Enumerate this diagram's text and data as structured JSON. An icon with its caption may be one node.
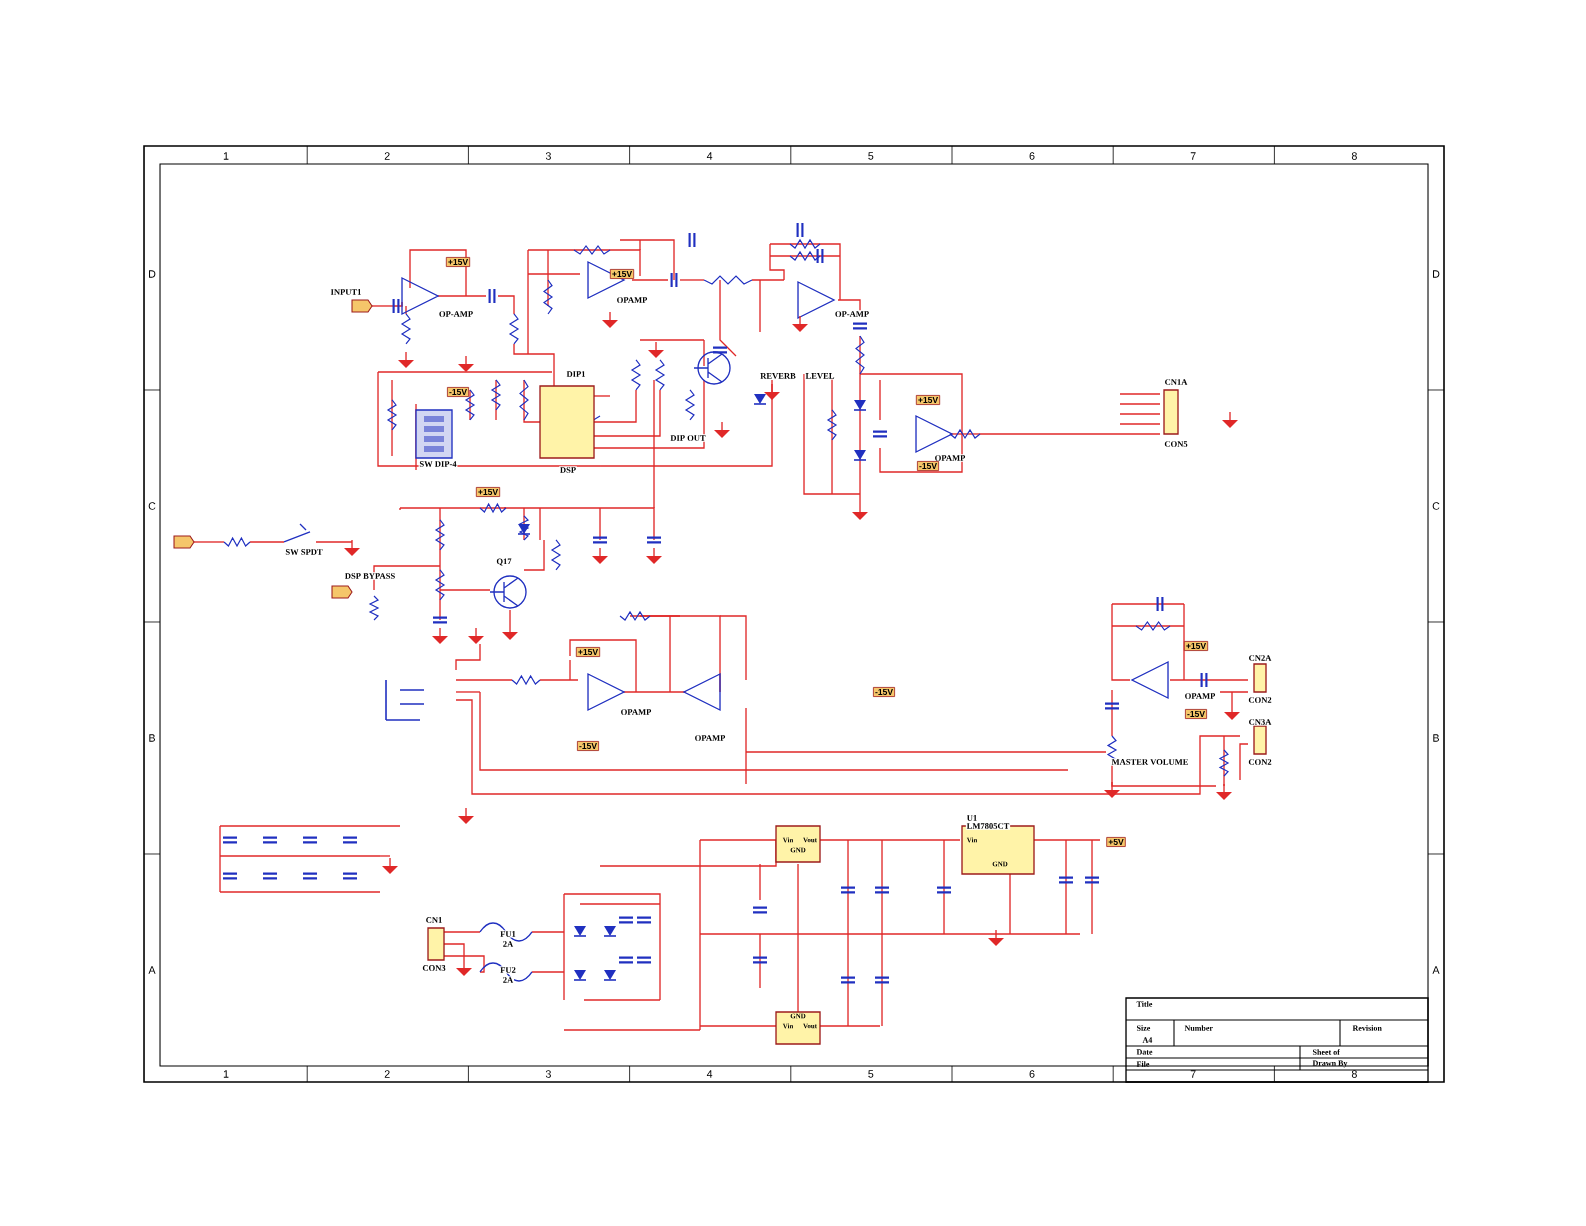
{
  "diagram": {
    "labels": [
      "1",
      "2",
      "3",
      "4",
      "5",
      "6",
      "7",
      "8",
      "1",
      "2",
      "3",
      "4",
      "5",
      "6",
      "7",
      "8",
      "D",
      "C",
      "B",
      "A",
      "D",
      "C",
      "B",
      "A",
      "INPUT1",
      "OP-AMP",
      "OPAMP",
      "OP-AMP",
      "OPAMP",
      "DIP1",
      "DSP",
      "SW DIP-4",
      "DIP OUT",
      "REVERB",
      "LEVEL",
      "SW SPDT",
      "DSP BYPASS",
      "Q17",
      "OPAMP",
      "OPAMP",
      "OPAMP",
      "MASTER VOLUME",
      "CN1A",
      "CON5",
      "CN2A",
      "CON2",
      "CN3A",
      "CON2",
      "CN1",
      "CON3",
      "FU1",
      "2A",
      "FU2",
      "2A",
      "Vin",
      "GND",
      "Vout",
      "Vin",
      "GND",
      "Vout",
      "U1",
      "LM7805CT",
      "Vin",
      "GND",
      "+15V",
      "-15V",
      "+15V",
      "+15V",
      "-15V",
      "+15V",
      "-15V",
      "+15V",
      "-15V",
      "+15V",
      "-15V",
      "+5V",
      "Title",
      "Size",
      "A4",
      "Number",
      "Revision",
      "Date",
      "File",
      "Sheet of",
      "Drawn By"
    ]
  }
}
